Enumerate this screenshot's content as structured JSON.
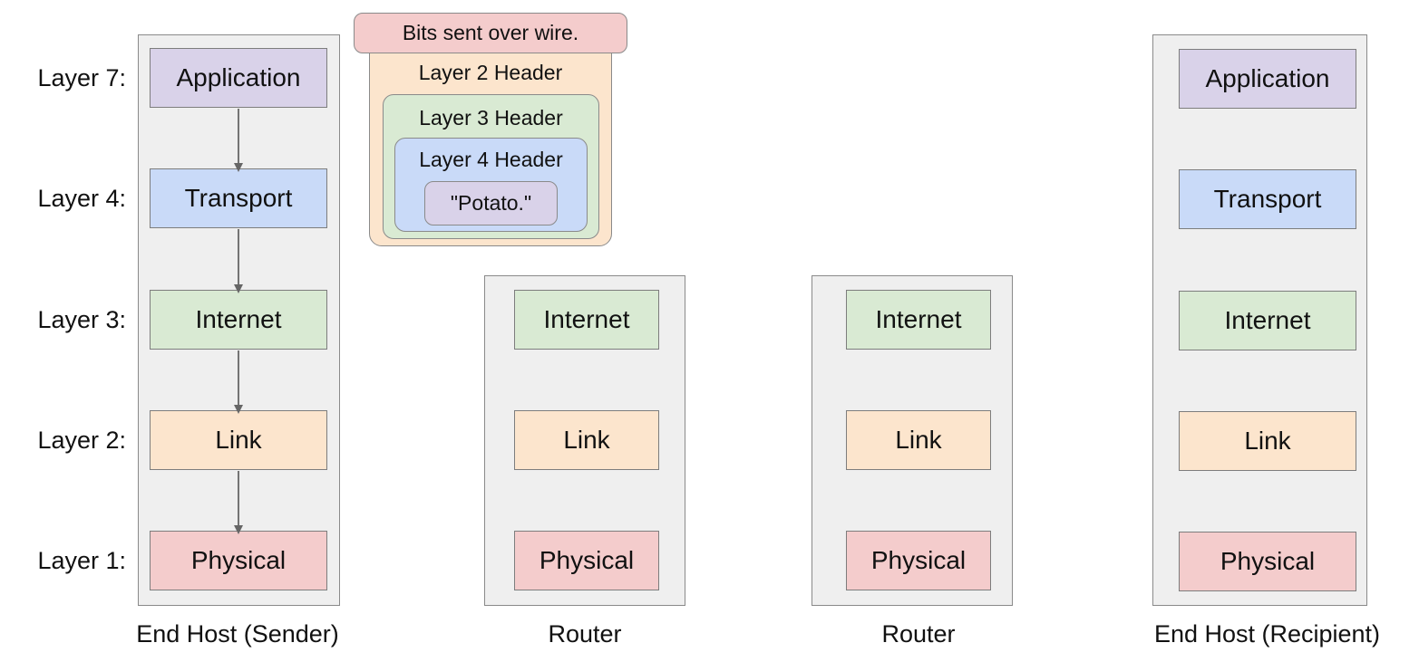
{
  "layer_labels": [
    "Layer 7:",
    "Layer 4:",
    "Layer 3:",
    "Layer 2:",
    "Layer 1:"
  ],
  "layers": {
    "application": "Application",
    "transport": "Transport",
    "internet": "Internet",
    "link": "Link",
    "physical": "Physical"
  },
  "captions": {
    "sender": "End Host (Sender)",
    "router1": "Router",
    "router2": "Router",
    "recipient": "End Host (Recipient)"
  },
  "packet": {
    "wire": "Bits sent over wire.",
    "l2_header": "Layer 2 Header",
    "l3_header": "Layer 3 Header",
    "l4_header": "Layer 4 Header",
    "payload": "\"Potato.\""
  },
  "colors": {
    "application": "#d9d2e9",
    "transport": "#c9daf8",
    "internet": "#d9ead3",
    "link": "#fce5cd",
    "physical": "#f4cccc",
    "host_background": "#efefef"
  }
}
